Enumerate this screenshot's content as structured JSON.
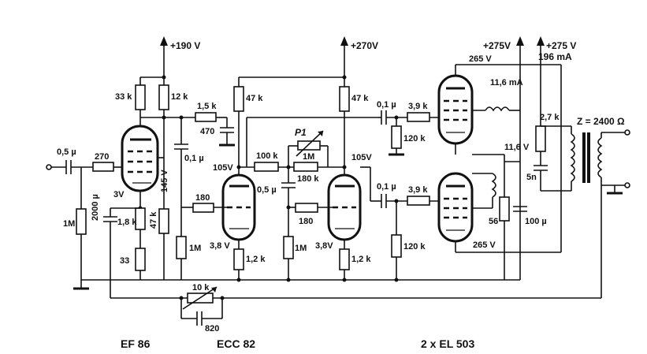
{
  "supply": {
    "v190": "+190 V",
    "v270": "+270V",
    "v275a": "+275V",
    "v275b": "+275 V",
    "current_out": "196 mA"
  },
  "stage1": {
    "c_in": "0,5 µ",
    "r_grid": "270",
    "r_gleak": "1M",
    "r_anode": "33 k",
    "r_screen": "12 k",
    "c_screen": "0,1 µ",
    "v_screen": "145 V",
    "r_k1": "1,8 k",
    "r_k2": "33",
    "r_47k": "47 k",
    "c_k": "2000 µ",
    "v_k": "3V",
    "r_filter": "1,5 k",
    "c_filter": "470"
  },
  "stage2": {
    "r_load_l": "47 k",
    "r_load_r": "47 k",
    "v_l": "105V",
    "v_r": "105V",
    "r_100k": "100 k",
    "pot": "P1",
    "pot_val": "1M",
    "r_180k": "180 k",
    "c_05": "0,5 µ",
    "r_180_l": "180",
    "r_180_m": "180",
    "r_1m_l": "1M",
    "r_1m_m": "1M",
    "vk_l": "3,8 V",
    "vk_r": "3,8V",
    "rk_l": "1,2 k",
    "rk_r": "1,2 k"
  },
  "stage3": {
    "c_top": "0,1 µ",
    "c_bot": "0,1 µ",
    "r_top": "3,9 k",
    "r_bot": "3,9 k",
    "rg_top": "120 k",
    "rg_bot": "120 k",
    "v_top": "265 V",
    "v_bot": "265 V",
    "i_top": "11,6 mA",
    "v_cath": "11,6 V",
    "r_56": "56",
    "c_100": "100 µ",
    "r_27k": "2,7 k",
    "c_5n": "5n",
    "z": "Z = 2400 Ω"
  },
  "feedback": {
    "r_10k": "10 k",
    "c_820": "820"
  },
  "tubes": {
    "t1": "EF 86",
    "t2": "ECC 82",
    "t3": "2 x EL 503"
  }
}
